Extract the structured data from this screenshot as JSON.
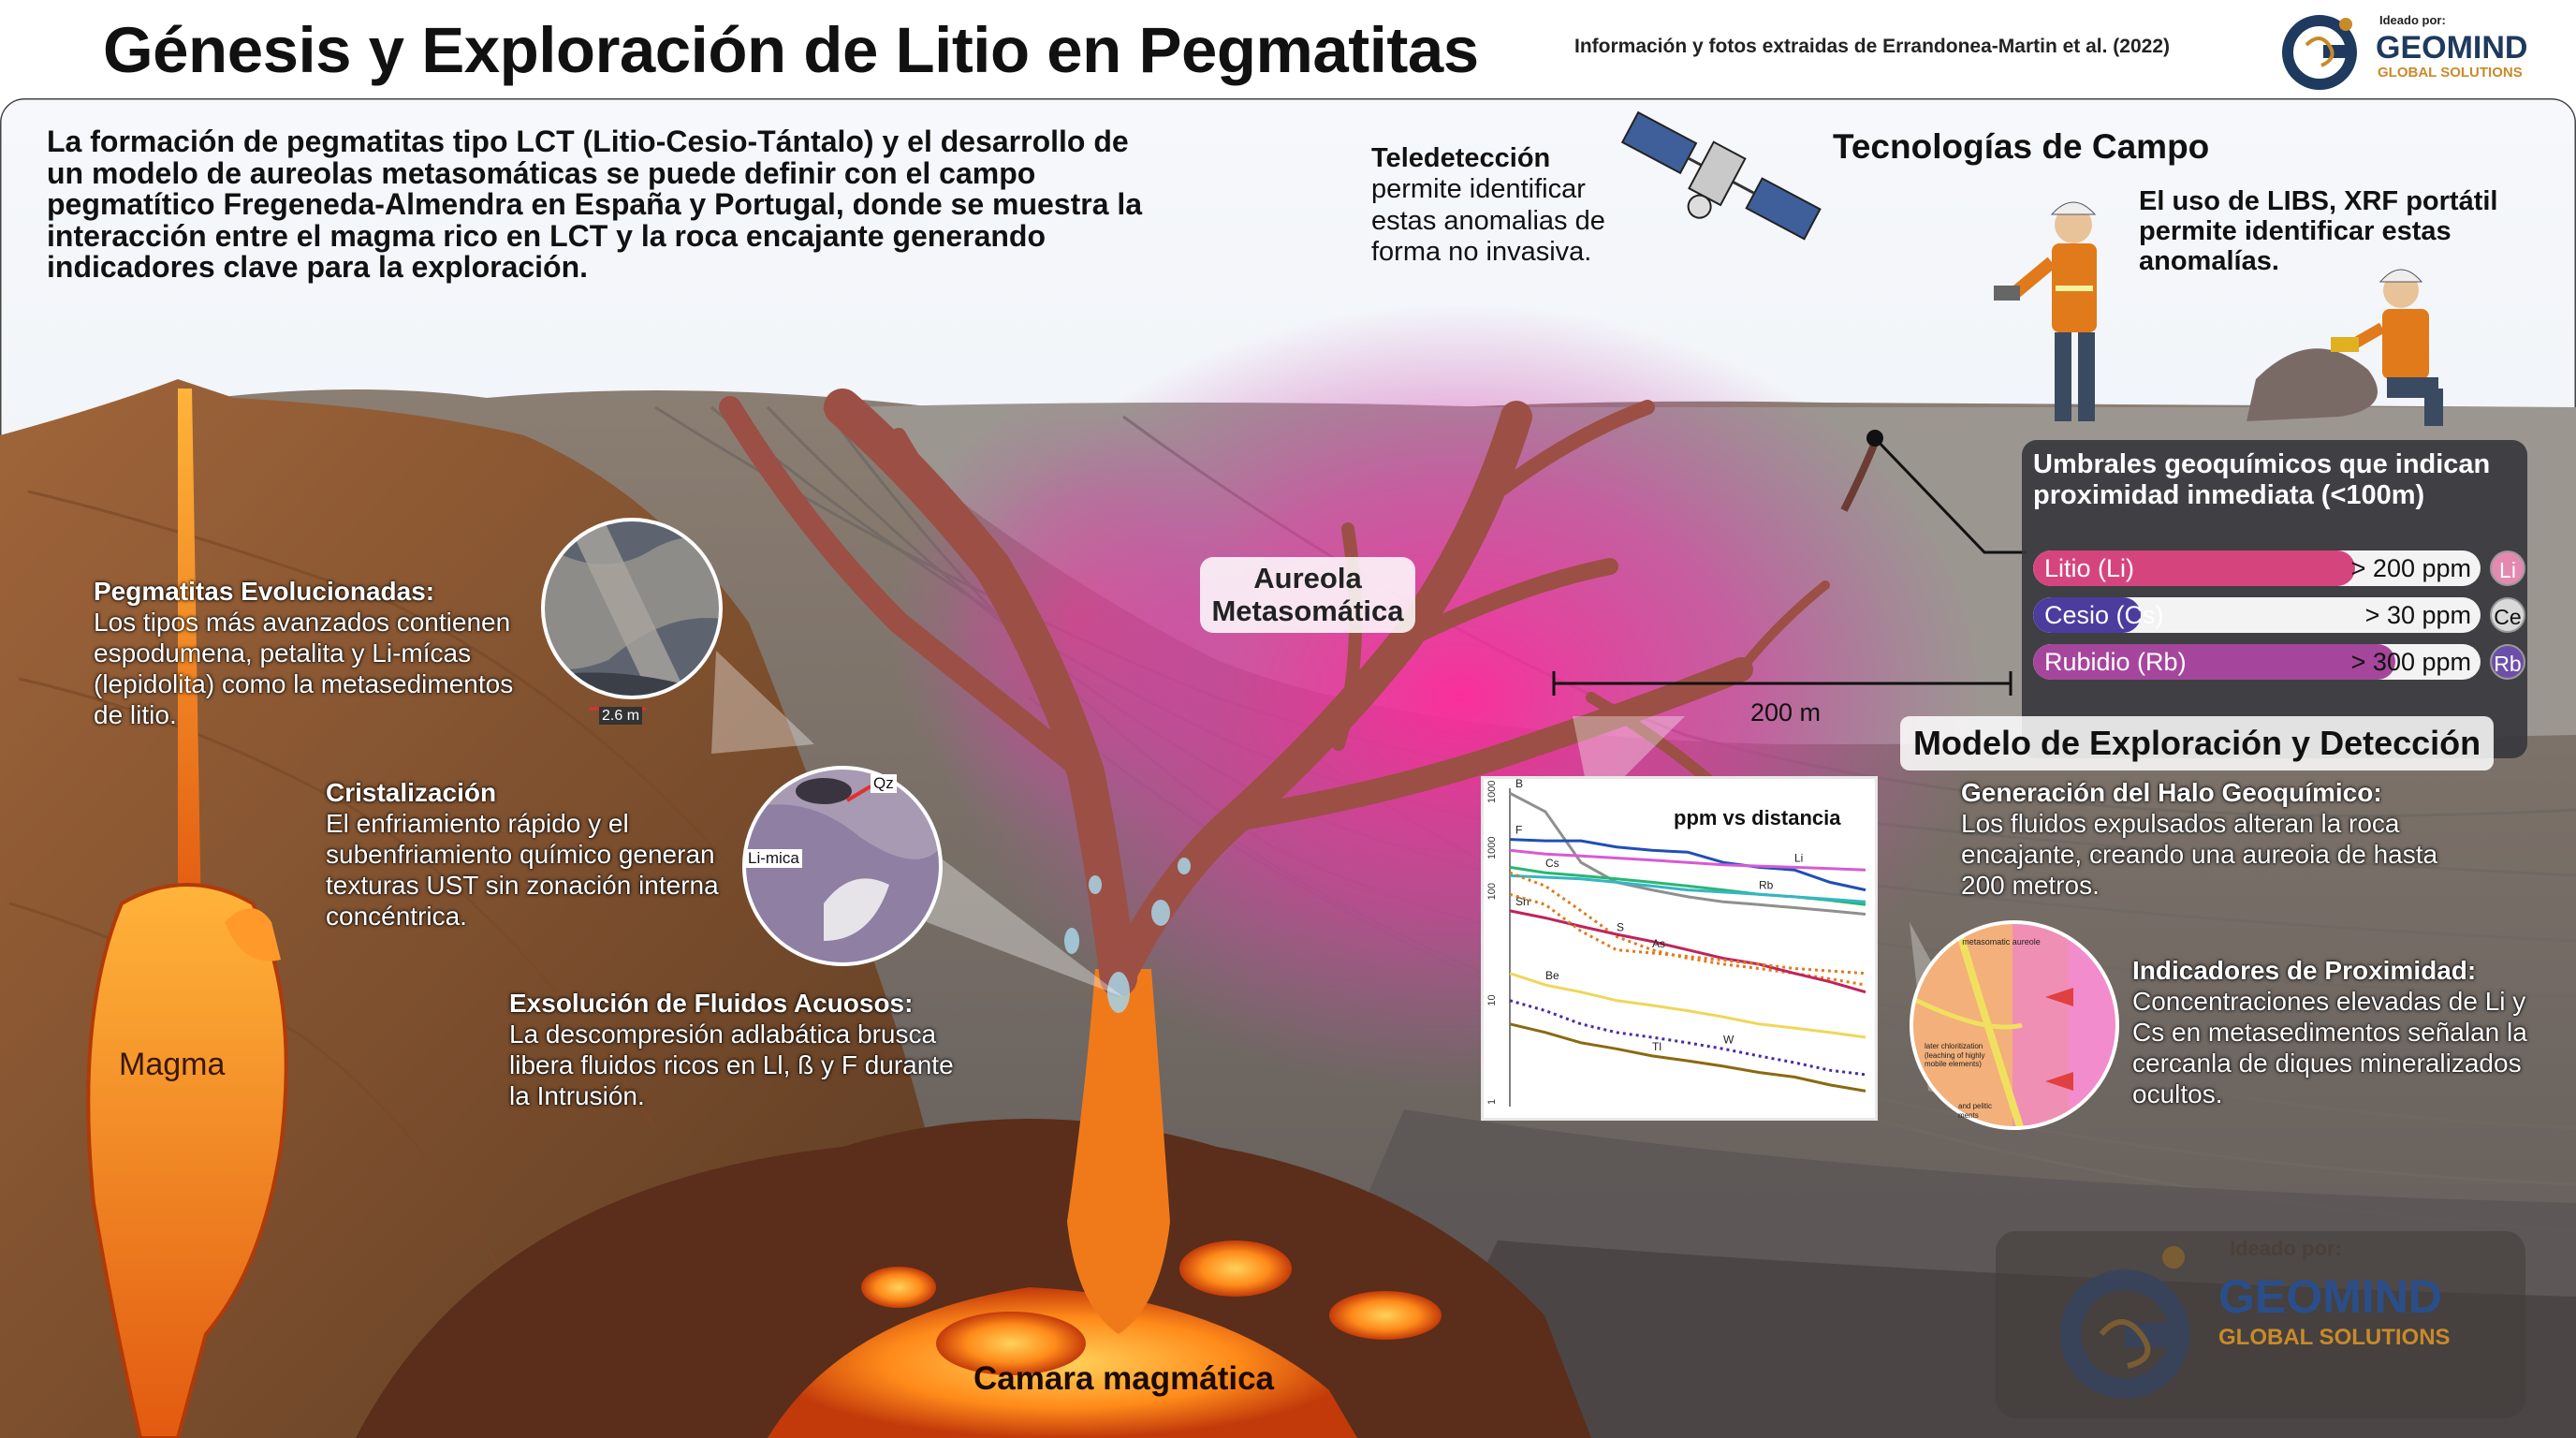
{
  "header": {
    "title": "Génesis y Exploración de Litio en Pegmatitas",
    "credit": "Información y fotos extraidas de Errandonea-Martin et al. (2022)",
    "logo_top": {
      "ideado": "Ideado por:",
      "brand": "GEOMIND",
      "sub": "GLOBAL SOLUTIONS"
    }
  },
  "intro": "La formación de pegmatitas tipo LCT (Litio-Cesio-Tántalo) y el desarrollo de un modelo de aureolas metasomáticas se puede definir con el campo pegmatítico Fregeneda-Almendra en España y Portugal, donde se muestra la interacción entre el magma rico en LCT y la roca encajante generando indicadores clave para la exploración.",
  "teledeteccion": {
    "title": "Teledetección",
    "text": "permite identificar estas anomalias de forma no invasiva."
  },
  "tecnologias": {
    "title": "Tecnologías de Campo",
    "text": "El uso de LIBS, XRF portátil permite identificar estas anomalías."
  },
  "pegmatitas": {
    "title": "Pegmatitas Evolucionadas:",
    "text": "Los tipos más avanzados contienen espodumena, petalita y Li-mícas (lepidolita) como la metasedimentos de litio."
  },
  "cristalizacion": {
    "title": "Cristalización",
    "text": "El enfriamiento rápido y el subenfriamiento químico generan texturas UST sin zonación interna concéntrica."
  },
  "exsolucion": {
    "title": "Exsolución de Fluidos Acuosos:",
    "text": "La descompresión adlabática brusca libera fluidos ricos en Ll, ß y F durante la Intrusión."
  },
  "labels": {
    "magma": "Magma",
    "camara": "Camara magmática",
    "aureola_1": "Aureola",
    "aureola_2": "Metasomática",
    "distance": "200 m",
    "photo1_scale": "2.6 m",
    "photo2_qz": "Qz",
    "photo2_limica": "Li-mica"
  },
  "umbrales": {
    "title_1": "Umbrales geoquímicos que indican",
    "title_2": "proximidad inmediata (<100m)",
    "items": [
      {
        "name": "Litio (Li)",
        "value": "> 200 ppm",
        "badge": "Li",
        "fill": 0.72,
        "color": "#d6447e",
        "badge_color": "#e48ab1"
      },
      {
        "name": "Cesio (Cs)",
        "value": "> 30 ppm",
        "badge": "Ce",
        "fill": 0.24,
        "color": "#4b3c9e",
        "badge_color": "#d9d9d9"
      },
      {
        "name": "Rubidio (Rb)",
        "value": "> 300 ppm",
        "badge": "Rb",
        "fill": 0.81,
        "color": "#a5469c",
        "badge_color": "#6c4fa8"
      }
    ]
  },
  "modelo": {
    "title": "Modelo de Exploración y Detección"
  },
  "generacion": {
    "title": "Generación del Halo Geoquímico:",
    "text": "Los fluidos expulsados alteran la roca encajante, creando una aureoia de hasta 200 metros."
  },
  "indicadores": {
    "title": "Indicadores de Proximidad:",
    "text": "Concentraciones elevadas de Li y Cs en metasedimentos señalan la cercanla de diques mineralizados ocultos."
  },
  "inset2": {
    "top": "metasomatic aureole",
    "mid": "later chloritization (leaching of highly mobile elements)",
    "bottom": "and pelitic ments"
  },
  "chart_data": {
    "type": "line",
    "title": "ppm vs distancia",
    "xlabel": "",
    "ylabel": "",
    "yscale": "log",
    "yticks": [
      "1000",
      "1000",
      "100",
      "10",
      "1"
    ],
    "x": [
      0,
      1,
      2,
      3,
      4,
      5,
      6,
      7,
      8,
      9,
      10
    ],
    "series": [
      {
        "name": "B",
        "color": "#8f8f8f",
        "style": "solid",
        "values": [
          900,
          600,
          200,
          130,
          110,
          95,
          85,
          80,
          75,
          70,
          65
        ]
      },
      {
        "name": "F",
        "color": "#1f4fb5",
        "style": "solid",
        "values": [
          330,
          320,
          320,
          280,
          260,
          250,
          200,
          180,
          170,
          130,
          110
        ]
      },
      {
        "name": "Li",
        "color": "#d65bd6",
        "style": "solid",
        "values": [
          260,
          240,
          230,
          220,
          210,
          200,
          190,
          185,
          180,
          175,
          170
        ]
      },
      {
        "name": "Cs",
        "color": "#2bb574",
        "style": "solid",
        "values": [
          180,
          160,
          150,
          140,
          130,
          120,
          110,
          100,
          95,
          88,
          80
        ]
      },
      {
        "name": "Rb",
        "color": "#35b6c4",
        "style": "solid",
        "values": [
          150,
          145,
          140,
          130,
          120,
          110,
          105,
          100,
          95,
          90,
          85
        ]
      },
      {
        "name": "S",
        "color": "#e07a1c",
        "style": "dotted",
        "values": [
          160,
          120,
          70,
          40,
          30,
          25,
          22,
          20,
          18,
          16,
          14
        ]
      },
      {
        "name": "Sn",
        "color": "#c0245a",
        "style": "solid",
        "values": [
          70,
          60,
          50,
          42,
          36,
          30,
          25,
          22,
          18,
          15,
          12
        ]
      },
      {
        "name": "As",
        "color": "#e07a1c",
        "style": "dotted",
        "values": [
          100,
          80,
          45,
          30,
          28,
          26,
          24,
          22,
          20,
          19,
          18
        ]
      },
      {
        "name": "Be",
        "color": "#f0d65a",
        "style": "solid",
        "values": [
          18,
          14,
          12,
          10,
          9,
          8,
          7,
          6,
          5.5,
          5,
          4.5
        ]
      },
      {
        "name": "W",
        "color": "#4b2aa6",
        "style": "dotted",
        "values": [
          10,
          8,
          6,
          5,
          4.5,
          4,
          3.5,
          3,
          2.6,
          2.2,
          2
        ]
      },
      {
        "name": "Tl",
        "color": "#8a6a10",
        "style": "solid",
        "values": [
          6,
          5,
          4,
          3.5,
          3,
          2.7,
          2.4,
          2.1,
          1.9,
          1.6,
          1.4
        ]
      }
    ],
    "ylim": [
      1,
      1000
    ]
  },
  "logo_big": {
    "ideado": "Ideado por:",
    "brand": "GEOMIND",
    "sub": "GLOBAL SOLUTIONS"
  }
}
